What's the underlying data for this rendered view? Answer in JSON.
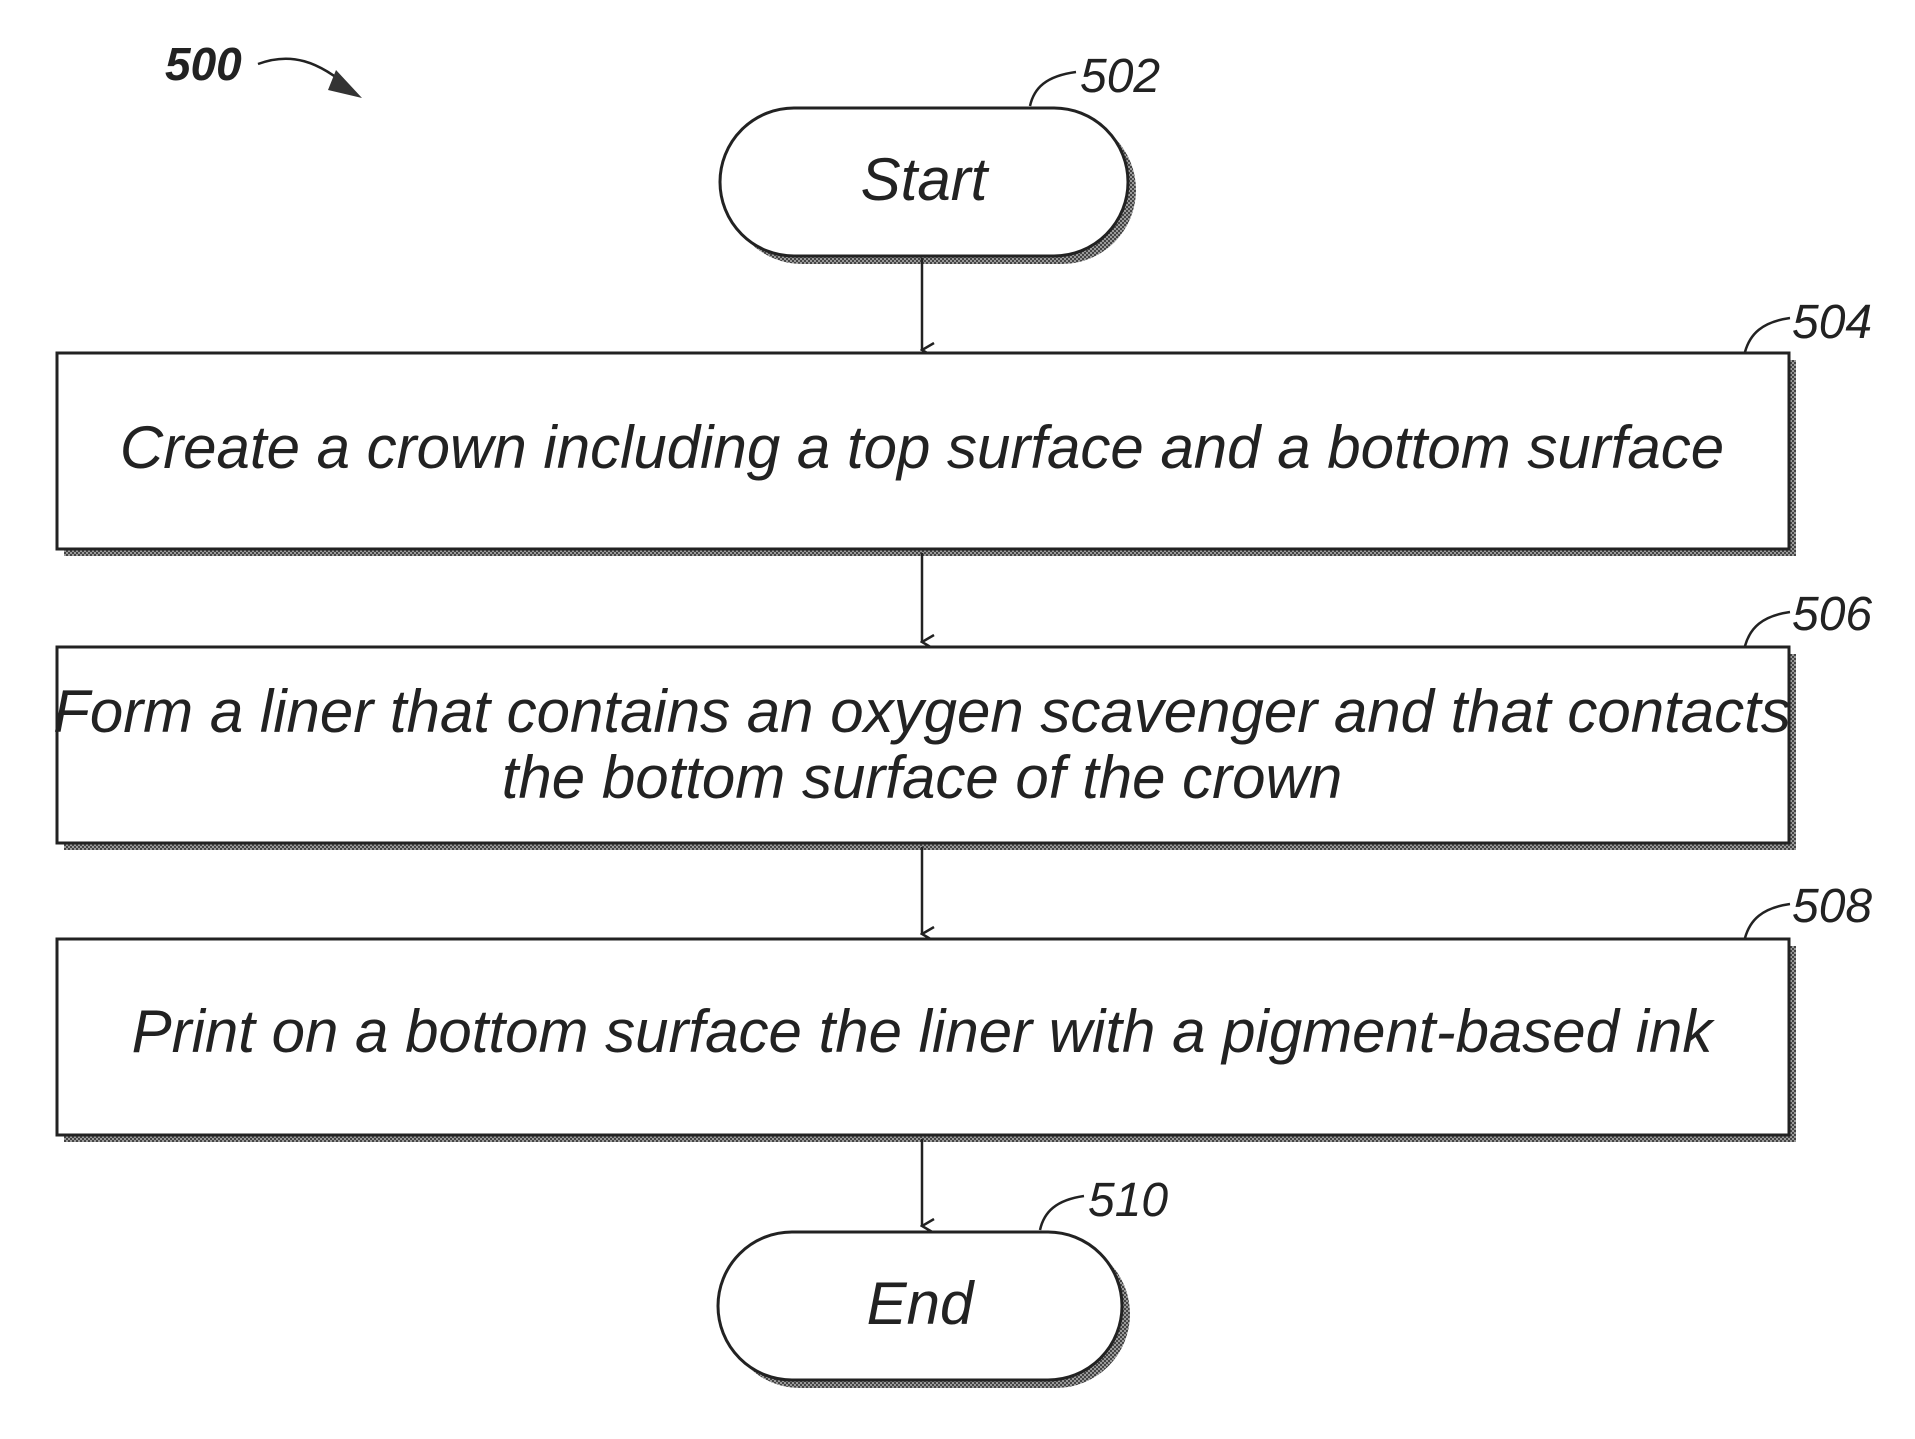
{
  "figure": {
    "number": "500"
  },
  "nodes": {
    "start": {
      "ref": "502",
      "label": "Start"
    },
    "step1": {
      "ref": "504",
      "label": "Create a crown including a top surface and a bottom surface"
    },
    "step2": {
      "ref": "506",
      "line1": "Form a liner that contains an oxygen scavenger and that contacts",
      "line2": "the bottom surface of the crown"
    },
    "step3": {
      "ref": "508",
      "label": "Print on a bottom surface the liner with a pigment-based ink"
    },
    "end": {
      "ref": "510",
      "label": "End"
    }
  },
  "colors": {
    "line": "#222222",
    "fill": "#ffffff",
    "shadow": "#555555"
  }
}
